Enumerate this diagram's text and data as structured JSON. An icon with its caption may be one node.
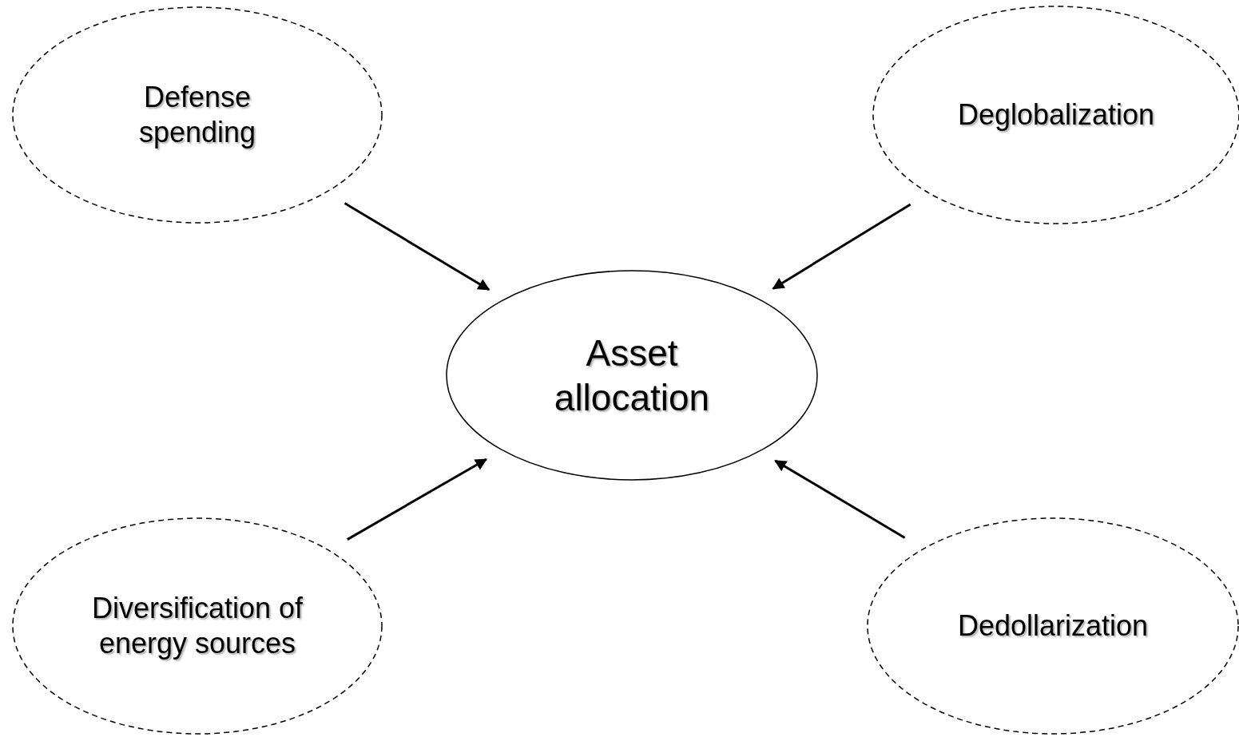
{
  "diagram": {
    "nodes": [
      {
        "text": [
          "Defense spending"
        ]
      },
      {
        "text": [
          "Deglobalization"
        ]
      },
      {
        "text": [
          "Asset allocation"
        ]
      },
      {
        "text": [
          "Diversification of energy sources"
        ]
      },
      {
        "text": [
          "Dedollarization"
        ]
      }
    ],
    "edges": [
      {
        "from": 0,
        "to": 2,
        "arrow": "to"
      },
      {
        "from": 1,
        "to": 2,
        "arrow": "to"
      },
      {
        "from": 3,
        "to": 2,
        "arrow": "to"
      },
      {
        "from": 4,
        "to": 2,
        "arrow": "to"
      }
    ]
  }
}
